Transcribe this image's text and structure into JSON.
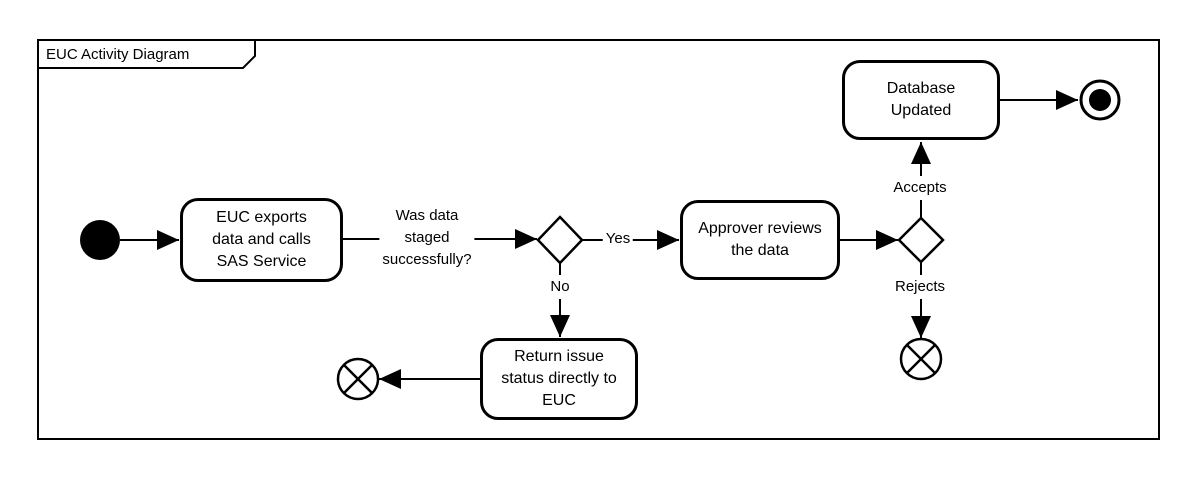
{
  "frame": {
    "title": "EUC Activity Diagram"
  },
  "nodes": {
    "euc_exports": {
      "label": "EUC exports\ndata and calls\nSAS Service"
    },
    "approver_reviews": {
      "label": "Approver reviews\nthe data"
    },
    "database_updated": {
      "label": "Database\nUpdated"
    },
    "return_issue": {
      "label": "Return issue\nstatus directly to\nEUC"
    }
  },
  "edge_labels": {
    "question": "Was data\nstaged\nsuccessfully?",
    "yes": "Yes",
    "no": "No",
    "accepts": "Accepts",
    "rejects": "Rejects"
  },
  "colors": {
    "stroke": "#000000",
    "background": "#ffffff"
  }
}
